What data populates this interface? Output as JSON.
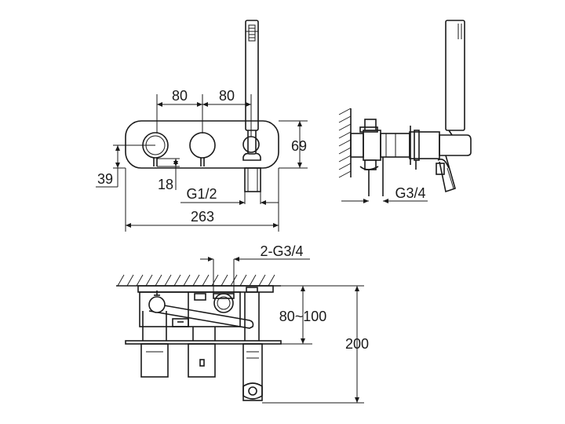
{
  "front_view": {
    "dim_spacing_left": "80",
    "dim_spacing_right": "80",
    "dim_height": "69",
    "dim_offset": "39",
    "dim_knob_depth": "18",
    "dim_outlet_thread": "G1/2",
    "dim_width": "263"
  },
  "side_view": {
    "dim_inlet_thread": "G3/4"
  },
  "top_view": {
    "dim_inlet_threads": "2-G3/4",
    "dim_wall_depth": "80~100",
    "dim_total_depth": "200"
  }
}
